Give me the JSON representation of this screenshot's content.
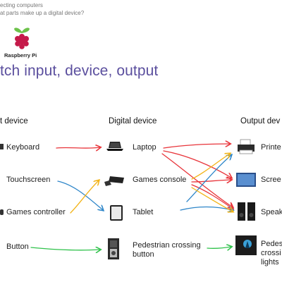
{
  "header": {
    "breadcrumb_line1": "ecting computers",
    "breadcrumb_line2": "at parts make up a digital device?",
    "logo_label": "Raspberry Pi"
  },
  "slide": {
    "title": "tch input, device, output"
  },
  "columns": {
    "input_heading": "t device",
    "device_heading": "Digital device",
    "output_heading": "Output dev"
  },
  "inputs": {
    "keyboard": "Keyboard",
    "touchscreen": "Touchscreen",
    "games_controller": "Games controller",
    "button": "Button"
  },
  "devices": {
    "laptop": "Laptop",
    "games_console": "Games console",
    "tablet": "Tablet",
    "crossing_line1": "Pedestrian crossing",
    "crossing_line2": "button"
  },
  "outputs": {
    "printer": "Printe",
    "screen": "Scree",
    "speakers": "Speak",
    "lights_line1": "Pedes",
    "lights_line2": "crossi",
    "lights_line3": "lights"
  },
  "colors": {
    "title": "#5b4f9e",
    "red_arrow": "#e8343a",
    "blue_arrow": "#2e86c9",
    "yellow_arrow": "#f2b316",
    "green_arrow": "#2fc24b"
  }
}
